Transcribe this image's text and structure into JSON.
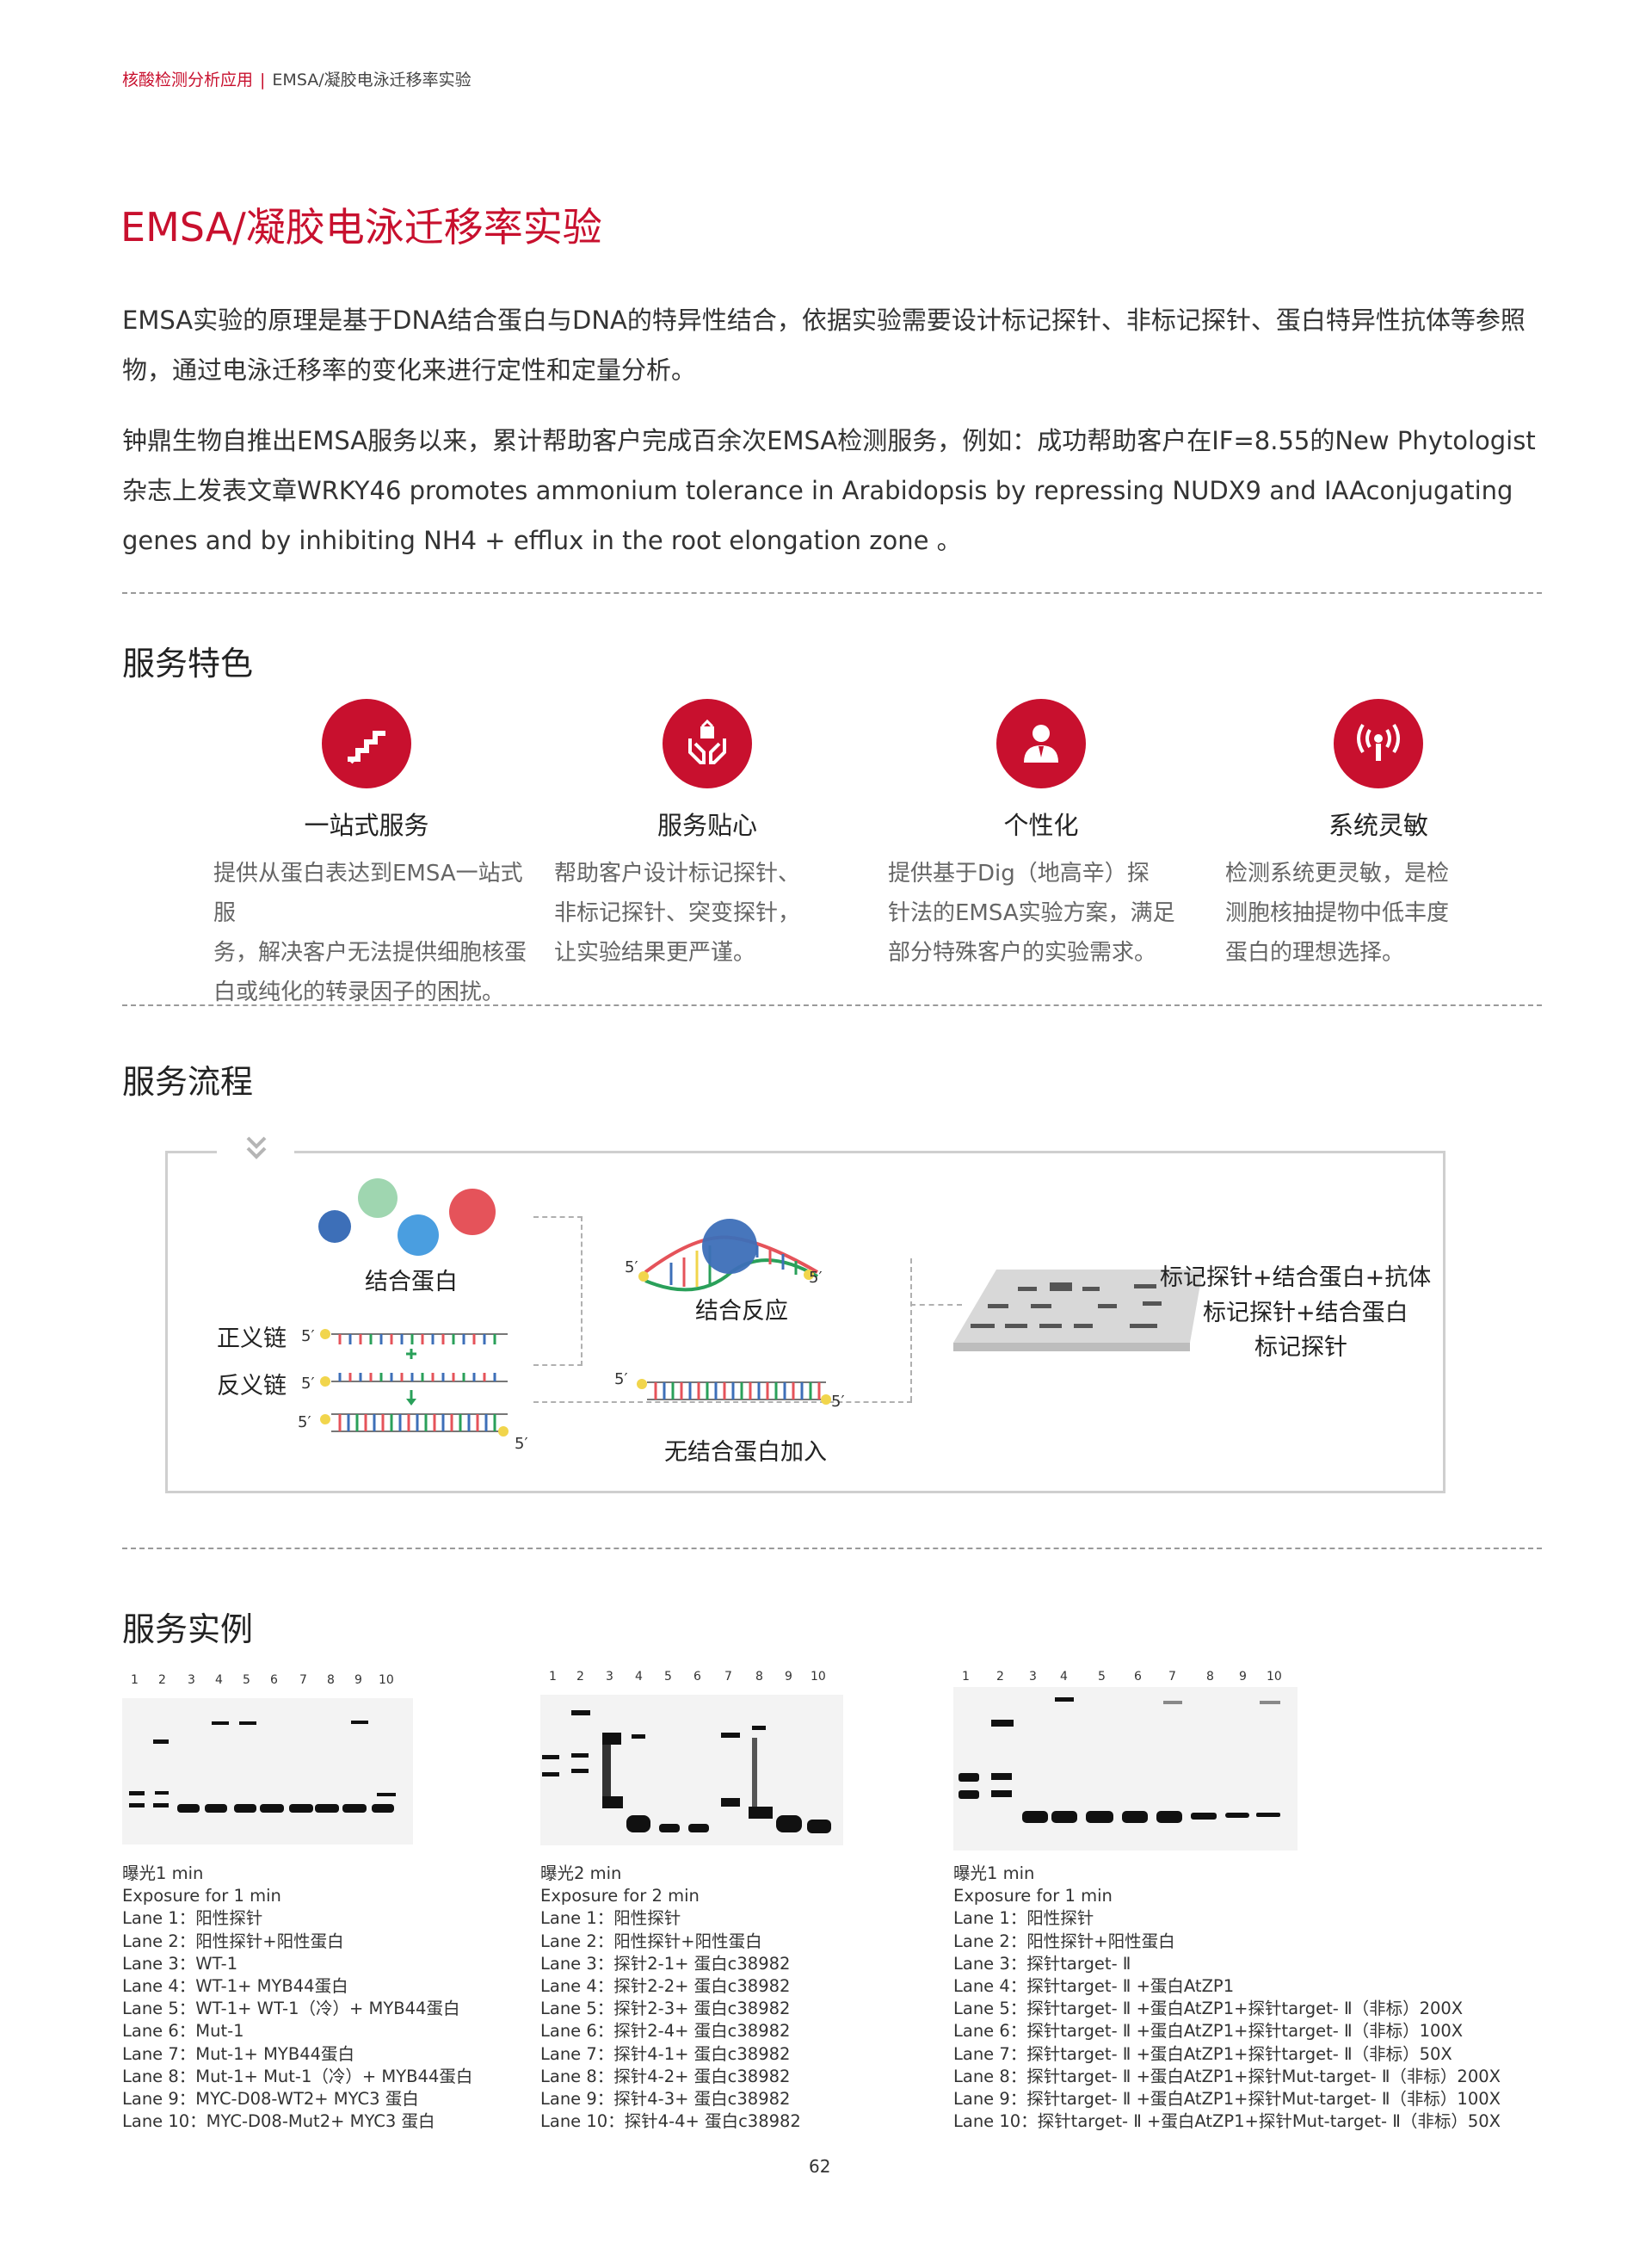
{
  "header": {
    "category": "核酸检测分析应用",
    "separator": "|",
    "current": "EMSA/凝胶电泳迁移率实验"
  },
  "title": "EMSA/凝胶电泳迁移率实验",
  "intro": {
    "p1_line1": "EMSA实验的原理是基于DNA结合蛋白与DNA的特异性结合，依据实验需要设计标记探针、非标记探针、蛋白特异性抗体等参照",
    "p1_line2": "物，通过电泳迁移率的变化来进行定性和定量分析。",
    "p2_line1": "钟鼎生物自推出EMSA服务以来，累计帮助客户完成百余次EMSA检测服务，例如：成功帮助客户在IF=8.55的New Phytologist",
    "p2_line2": "杂志上发表文章WRKY46 promotes ammonium tolerance in Arabidopsis by repressing NUDX9 and IAAconjugating",
    "p2_line3": "genes and by inhibiting NH4 +  efflux in the root elongation zone 。"
  },
  "features_section": {
    "title": "服务特色",
    "items": [
      {
        "icon": "stairs-icon",
        "title": "一站式服务",
        "desc": [
          "提供从蛋白表达到EMSA一站式服",
          "务，解决客户无法提供细胞核蛋",
          "白或纯化的转录因子的困扰。"
        ]
      },
      {
        "icon": "care-hands-icon",
        "title": "服务贴心",
        "desc": [
          "帮助客户设计标记探针、",
          "非标记探针、突变探针，",
          "让实验结果更严谨。"
        ]
      },
      {
        "icon": "person-icon",
        "title": "个性化",
        "desc": [
          "提供基于Dig（地高辛）探",
          "针法的EMSA实验方案，满足",
          "部分特殊客户的实验需求。"
        ]
      },
      {
        "icon": "signal-icon",
        "title": "系统灵敏",
        "desc": [
          "检测系统更灵敏，是检",
          "测胞核抽提物中低丰度",
          "蛋白的理想选择。"
        ]
      }
    ]
  },
  "flow_section": {
    "title": "服务流程",
    "protein_label": "结合蛋白",
    "sense_label": "正义链",
    "antisense_label": "反义链",
    "binding_label": "结合反应",
    "no_protein_label": "无结合蛋白加入",
    "prime5": "5′",
    "gel_labels": [
      "标记探针+结合蛋白+抗体",
      "标记探针+结合蛋白",
      "标记探针"
    ],
    "colors": {
      "protein_green": "#9fd6b0",
      "protein_red": "#e5535a",
      "protein_blue1": "#3d6fb8",
      "protein_blue2": "#4a9ee0",
      "accent": "#c8102e"
    }
  },
  "examples_section": {
    "title": "服务实例",
    "lane_numbers": [
      "1",
      "2",
      "3",
      "4",
      "5",
      "6",
      "7",
      "8",
      "9",
      "10"
    ],
    "panels": [
      {
        "captions": [
          "曝光1 min",
          "Exposure for 1 min",
          "Lane 1：阳性探针",
          "Lane 2：阳性探针+阳性蛋白",
          "Lane 3：WT-1",
          "Lane 4：WT-1+ MYB44蛋白",
          "Lane 5：WT-1+ WT-1（冷）+ MYB44蛋白",
          "Lane 6：Mut-1",
          "Lane 7：Mut-1+ MYB44蛋白",
          "Lane 8：Mut-1+ Mut-1（冷）+ MYB44蛋白",
          "Lane 9：MYC-D08-WT2+ MYC3 蛋白",
          "Lane 10：MYC-D08-Mut2+ MYC3 蛋白"
        ]
      },
      {
        "captions": [
          "曝光2 min",
          "Exposure for 2 min",
          "Lane 1：阳性探针",
          "Lane 2：阳性探针+阳性蛋白",
          "Lane 3：探针2-1+ 蛋白c38982",
          "Lane 4：探针2-2+ 蛋白c38982",
          "Lane 5：探针2-3+ 蛋白c38982",
          "Lane 6：探针2-4+ 蛋白c38982",
          "Lane 7：探针4-1+ 蛋白c38982",
          "Lane 8：探针4-2+ 蛋白c38982",
          "Lane 9：探针4-3+ 蛋白c38982",
          "Lane 10：探针4-4+ 蛋白c38982"
        ]
      },
      {
        "captions": [
          "曝光1 min",
          "Exposure for 1 min",
          "Lane 1：阳性探针",
          "Lane 2：阳性探针+阳性蛋白",
          "Lane 3：探针target- Ⅱ",
          "Lane 4：探针target- Ⅱ +蛋白AtZP1",
          "Lane 5：探针target- Ⅱ +蛋白AtZP1+探针target- Ⅱ（非标）200X",
          "Lane 6：探针target- Ⅱ +蛋白AtZP1+探针target- Ⅱ（非标）100X",
          "Lane 7：探针target- Ⅱ +蛋白AtZP1+探针target- Ⅱ（非标）50X",
          "Lane 8：探针target- Ⅱ +蛋白AtZP1+探针Mut-target- Ⅱ（非标）200X",
          "Lane 9：探针target- Ⅱ +蛋白AtZP1+探针Mut-target- Ⅱ（非标）100X",
          "Lane 10：探针target- Ⅱ +蛋白AtZP1+探针Mut-target- Ⅱ（非标）50X"
        ]
      }
    ]
  },
  "page_number": "62"
}
